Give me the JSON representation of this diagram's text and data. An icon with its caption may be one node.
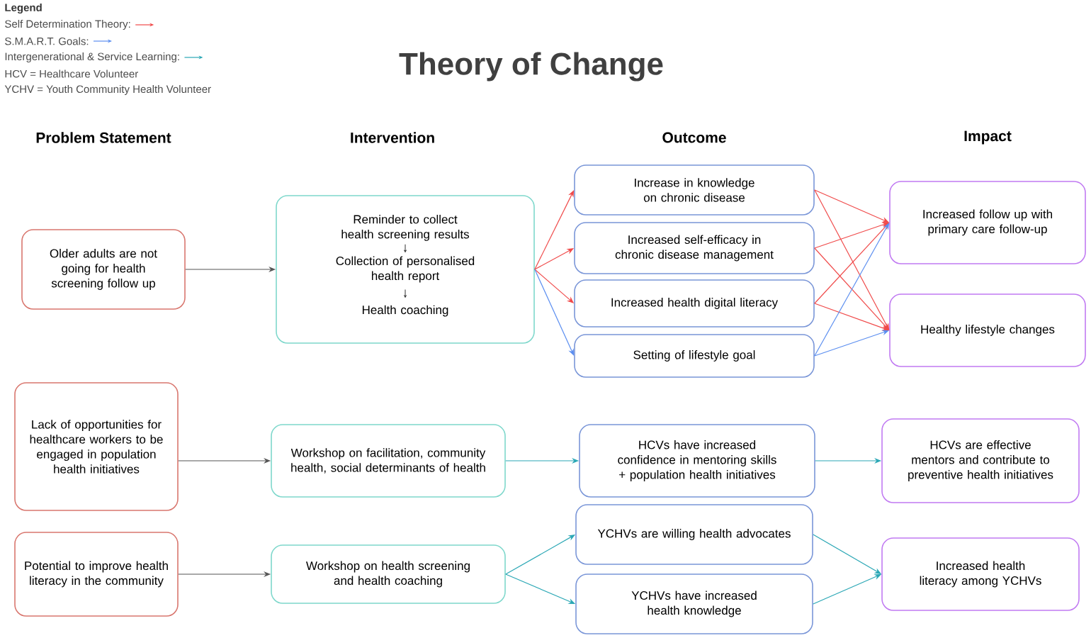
{
  "diagram": {
    "title": "Theory of Change",
    "nodes": [
      {
        "text": [
          "Older adults are not going for health screening follow up"
        ]
      },
      {
        "text": [
          "Reminder to collect health screening results",
          "Collection of personalised health report",
          "Health coaching"
        ]
      },
      {
        "text": [
          "Increase in knowledge on chronic disease"
        ]
      },
      {
        "text": [
          "Increased self-efficacy in chronic disease management"
        ]
      },
      {
        "text": [
          "Increased health digital literacy"
        ]
      },
      {
        "text": [
          "Setting of lifestyle goal"
        ]
      },
      {
        "text": [
          "Increased follow up with primary care follow-up"
        ]
      },
      {
        "text": [
          "Healthy lifestyle changes"
        ]
      },
      {
        "text": [
          "Lack of opportunities for healthcare workers to be engaged in population health initiatives"
        ]
      },
      {
        "text": [
          "Workshop on facilitation, community health, social determinants of health"
        ]
      },
      {
        "text": [
          "HCVs have increased confidence in mentoring skills + population health initiatives"
        ]
      },
      {
        "text": [
          "HCVs are effective mentors and contribute to preventive health initiatives"
        ]
      },
      {
        "text": [
          "Potential to improve health literacy in the community"
        ]
      },
      {
        "text": [
          "Workshop on health screening and health coaching"
        ]
      },
      {
        "text": [
          "YCHVs are willing health advocates"
        ]
      },
      {
        "text": [
          "YCHVs have increased health knowledge"
        ]
      },
      {
        "text": [
          "Increased health literacy among YCHVs"
        ]
      }
    ],
    "edges": [
      {
        "from": 0,
        "to": 1,
        "arrow": "to",
        "color": "#555555"
      },
      {
        "from": 1,
        "to": 2,
        "arrow": "to",
        "color": "#f04a4a"
      },
      {
        "from": 1,
        "to": 3,
        "arrow": "to",
        "color": "#f04a4a"
      },
      {
        "from": 1,
        "to": 4,
        "arrow": "to",
        "color": "#f04a4a"
      },
      {
        "from": 1,
        "to": 5,
        "arrow": "to",
        "color": "#5b8ef0"
      },
      {
        "from": 2,
        "to": 6,
        "arrow": "to",
        "color": "#f04a4a"
      },
      {
        "from": 2,
        "to": 7,
        "arrow": "to",
        "color": "#f04a4a"
      },
      {
        "from": 3,
        "to": 6,
        "arrow": "to",
        "color": "#f04a4a"
      },
      {
        "from": 3,
        "to": 7,
        "arrow": "to",
        "color": "#f04a4a"
      },
      {
        "from": 4,
        "to": 6,
        "arrow": "to",
        "color": "#f04a4a"
      },
      {
        "from": 4,
        "to": 7,
        "arrow": "to",
        "color": "#f04a4a"
      },
      {
        "from": 5,
        "to": 6,
        "arrow": "to",
        "color": "#5b8ef0"
      },
      {
        "from": 5,
        "to": 7,
        "arrow": "to",
        "color": "#5b8ef0"
      },
      {
        "from": 8,
        "to": 9,
        "arrow": "to",
        "color": "#555555"
      },
      {
        "from": 9,
        "to": 10,
        "arrow": "to",
        "color": "#2aa7b5"
      },
      {
        "from": 10,
        "to": 11,
        "arrow": "to",
        "color": "#2aa7b5"
      },
      {
        "from": 12,
        "to": 13,
        "arrow": "to",
        "color": "#555555"
      },
      {
        "from": 13,
        "to": 14,
        "arrow": "to",
        "color": "#2aa7b5"
      },
      {
        "from": 13,
        "to": 15,
        "arrow": "to",
        "color": "#2aa7b5"
      },
      {
        "from": 14,
        "to": 16,
        "arrow": "to",
        "color": "#2aa7b5"
      },
      {
        "from": 15,
        "to": 16,
        "arrow": "to",
        "color": "#2aa7b5"
      }
    ],
    "labels": [
      "Legend",
      "HCV = Healthcare Volunteer",
      "YCHV = Youth Community Health Volunteer",
      "Problem Statement",
      "Intervention",
      "Outcome",
      "Impact"
    ],
    "legend": [
      {
        "text": "Self Determination Theory:"
      },
      {
        "text": "S.M.A.R.T. Goals:"
      },
      {
        "text": "Intergenerational & Service Learning:"
      }
    ]
  }
}
